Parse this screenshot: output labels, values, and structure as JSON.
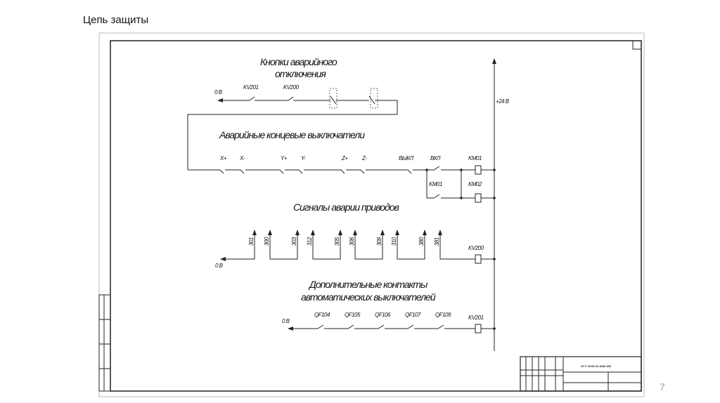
{
  "slide": {
    "title": "Цепь защиты",
    "page_number": "7"
  },
  "diagram": {
    "section1": {
      "title_line1": "Кнопки аварийного",
      "title_line2": "отключения",
      "zero_label": "0 В",
      "contacts": [
        "KV201",
        "KV200"
      ]
    },
    "supply_label": "+24 В",
    "section2": {
      "title": "Аварийные концевые выключатели",
      "switches": [
        "X+",
        "X-",
        "Y+",
        "Y-",
        "Z+",
        "Z-",
        "ВЫКЛ",
        "ВКЛ"
      ],
      "coil1": "KM01",
      "hold_contact": "KM01",
      "coil2": "KM02"
    },
    "section3": {
      "title": "Сигналы аварии приводов",
      "zero_label": "0 В",
      "signals": [
        "301",
        "300",
        "303",
        "312",
        "305",
        "306",
        "309",
        "310",
        "380",
        "381"
      ],
      "coil": "KV200"
    },
    "section4": {
      "title_line1": "Дополнительные контакты",
      "title_line2": "автоматических выключателей",
      "zero_label": "0 В",
      "contacts": [
        "QF104",
        "QF105",
        "QF106",
        "QF107",
        "QF109"
      ],
      "coil": "KV201"
    },
    "title_block": {
      "designation": "ОГУ 15.03.04 1080 339"
    }
  }
}
